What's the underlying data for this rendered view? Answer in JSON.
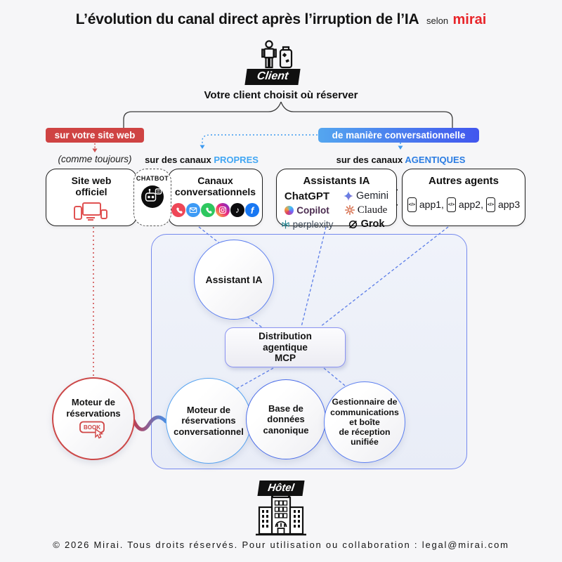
{
  "title": {
    "main": "L’évolution du canal direct après l’irruption de l’IA",
    "selon": "selon",
    "brand": "mirai"
  },
  "client": {
    "badge": "Client",
    "caption": "Votre client choisit où réserver"
  },
  "branches": {
    "web_badge": "sur votre site web",
    "conv_badge": "de manière conversationnelle",
    "web_note": "(comme toujours)",
    "propres_prefix": "sur des canaux ",
    "propres_word": "PROPRES",
    "agentiques_prefix": "sur des canaux ",
    "agentiques_word": "AGENTIQUES"
  },
  "boxes": {
    "site_web": {
      "title": "Site web\nofficiel"
    },
    "chatbot": {
      "label": "CHATBOT"
    },
    "canaux": {
      "title": "Canaux\nconversationnels",
      "icons": [
        "phone",
        "email",
        "whatsapp",
        "instagram",
        "tiktok",
        "facebook"
      ]
    },
    "assistants": {
      "title": "Assistants IA",
      "items": {
        "chatgpt": "ChatGPT",
        "gemini": "Gemini",
        "copilot": "Copilot",
        "claude": "Claude",
        "perplexity": "perplexity",
        "grok": "Grok"
      }
    },
    "agents": {
      "title": "Autres agents",
      "phone_glyph": "</>",
      "app1": "app1,",
      "app2": "app2,",
      "app3": "app3"
    }
  },
  "core": {
    "assistant": "Assistant IA",
    "mcp": "Distribution\nagentique\nMCP",
    "engine": "Moteur de\nréservations\nconversationnel",
    "database": "Base de\ndonnées\ncanonique",
    "inbox": "Gestionnaire de\ncommunications\net boîte\nde réception\nunifiée"
  },
  "booking": {
    "label": "Moteur de\nréservations",
    "button": "BOOK"
  },
  "hotel": {
    "badge": "Hôtel"
  },
  "footer": {
    "text": "© 2026 Mirai. Tous droits réservés. Pour utilisation ou collaboration : legal@mirai.com"
  },
  "colors": {
    "brand_red": "#e8252a",
    "badge_red": "#cf4343",
    "badge_blue_start": "#54a6ef",
    "badge_blue_end": "#4156ee",
    "propres": "#41a6f3",
    "agentiques": "#2a7ce2",
    "dashed_blue": "#5b7de8",
    "dotted_red": "#d05050",
    "container_border": "#7589ee"
  }
}
